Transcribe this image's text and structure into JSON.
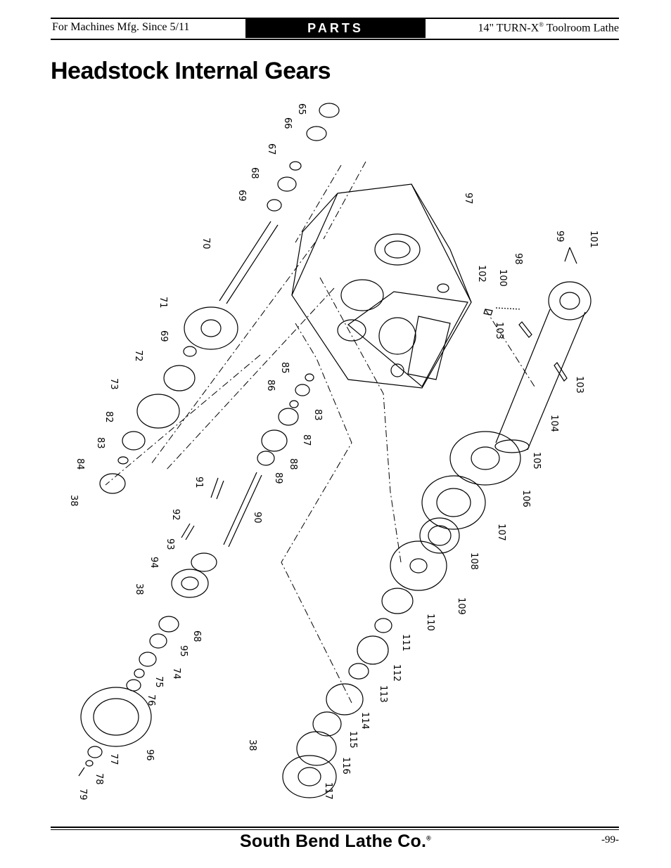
{
  "header": {
    "left_text": "For Machines Mfg. Since 5/11",
    "section_label": "PARTS",
    "right_text_main": "14\" TURN-X",
    "right_text_sup": "®",
    "right_text_tail": " Toolroom Lathe"
  },
  "page_title": "Headstock Internal Gears",
  "diagram": {
    "callouts": [
      "65",
      "66",
      "67",
      "68",
      "69",
      "70",
      "71",
      "69",
      "72",
      "73",
      "82",
      "83",
      "84",
      "38",
      "97",
      "99",
      "101",
      "98",
      "102",
      "100",
      "103",
      "103",
      "104",
      "105",
      "106",
      "85",
      "86",
      "83",
      "87",
      "88",
      "89",
      "91",
      "90",
      "92",
      "93",
      "94",
      "38",
      "68",
      "95",
      "74",
      "75",
      "76",
      "96",
      "77",
      "78",
      "79",
      "107",
      "108",
      "109",
      "110",
      "111",
      "112",
      "113",
      "114",
      "115",
      "116",
      "38",
      "117"
    ]
  },
  "footer": {
    "brand": "South Bend Lathe Co.",
    "brand_mark": "®",
    "page_number": "-99-"
  }
}
